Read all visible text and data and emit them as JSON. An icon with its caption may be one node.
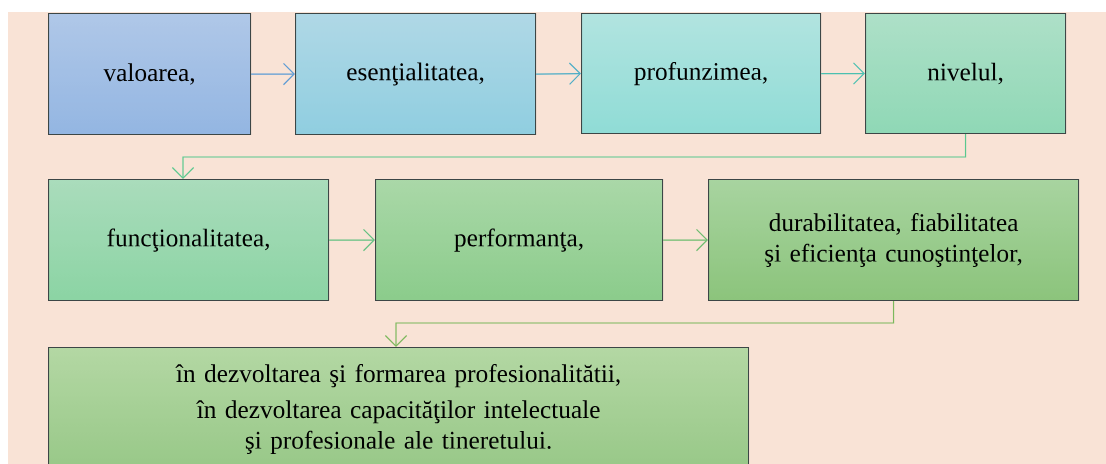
{
  "diagram": {
    "nodes": [
      {
        "text": [
          "valoarea,"
        ]
      },
      {
        "text": [
          "esenţialitatea,"
        ]
      },
      {
        "text": [
          "profunzimea,"
        ]
      },
      {
        "text": [
          "nivelul,"
        ]
      },
      {
        "text": [
          "funcţionalitatea,"
        ]
      },
      {
        "text": [
          "performanţa,"
        ]
      },
      {
        "text": [
          "durabilitatea, fiabilitatea şi eficienţa cunoştinţelor,"
        ]
      },
      {
        "text": [
          "în dezvoltarea şi formarea profesionalitătii,",
          "în dezvoltarea capacităţilor intelectuale şi profesionale ale tineretului."
        ]
      }
    ],
    "edges": [
      {
        "from": 0,
        "to": 1,
        "arrow": "to",
        "color": "#5b9bd5"
      },
      {
        "from": 1,
        "to": 2,
        "arrow": "to",
        "color": "#4bacc6"
      },
      {
        "from": 2,
        "to": 3,
        "arrow": "to",
        "color": "#4bc0b0"
      },
      {
        "from": 3,
        "to": 4,
        "arrow": "to",
        "color": "#5ac88e"
      },
      {
        "from": 4,
        "to": 5,
        "arrow": "to",
        "color": "#62c080"
      },
      {
        "from": 5,
        "to": 6,
        "arrow": "to",
        "color": "#6cbc6e"
      },
      {
        "from": 6,
        "to": 7,
        "arrow": "to",
        "color": "#7cb85c"
      }
    ]
  }
}
